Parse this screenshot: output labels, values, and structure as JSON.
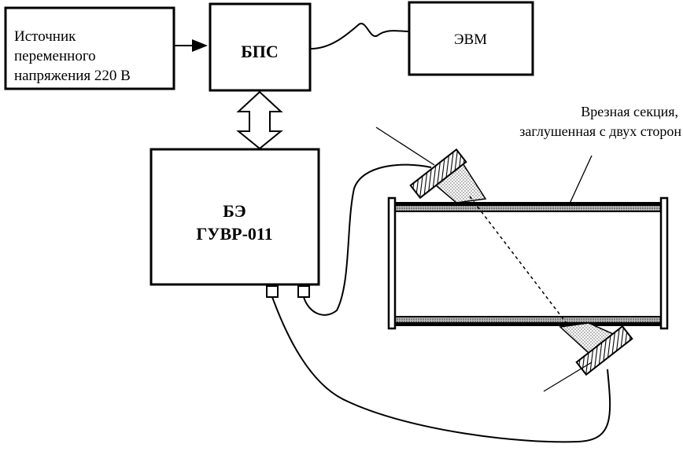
{
  "source_block": {
    "lines": [
      "Источник",
      "переменного",
      "напряжения 220 В"
    ]
  },
  "bps_block": {
    "label": "БПС"
  },
  "evm_block": {
    "label": "ЭВМ"
  },
  "be_block": {
    "lines": [
      "БЭ",
      "ГУВР-011"
    ]
  },
  "pipe_annotation": {
    "lines": [
      "Врезная секция,",
      "заглушенная с двух сторон"
    ]
  }
}
